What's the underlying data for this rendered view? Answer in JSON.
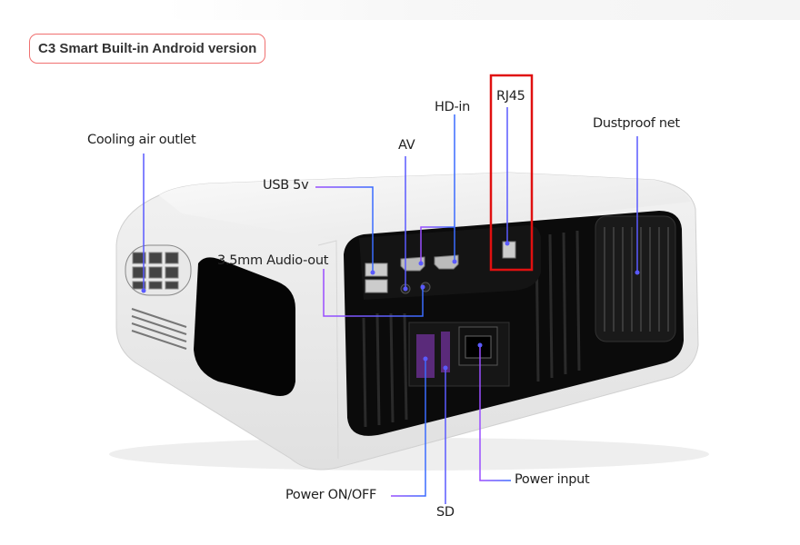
{
  "title": "C3 Smart Built-in Android version",
  "labels": {
    "cooling": "Cooling air outlet",
    "usb": "USB 5v",
    "audio": "3.5mm  Audio-out",
    "av": "AV",
    "hdmi": "HD-in",
    "rj45": "RJ45",
    "dustproof": "Dustproof net",
    "power_switch": "Power ON/OFF",
    "sd": "SD",
    "power_input": "Power input"
  },
  "colors": {
    "callout_blue": "#3a6bff",
    "callout_purple": "#9a4dff",
    "highlight_red": "#e01010",
    "badge_border": "#f07070"
  }
}
